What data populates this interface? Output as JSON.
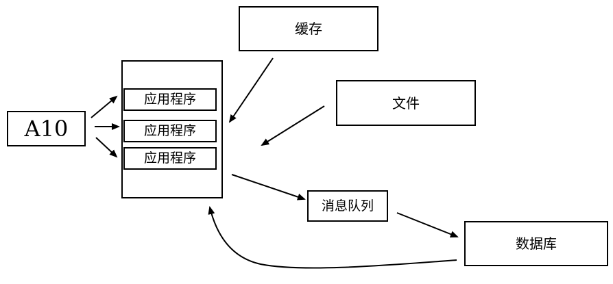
{
  "diagram": {
    "nodes": {
      "a10": "A10",
      "app_1": "应用程序",
      "app_2": "应用程序",
      "app_3": "应用程序",
      "cache": "缓存",
      "file": "文件",
      "message_queue": "消息队列",
      "database": "数据库"
    },
    "edges": [
      {
        "from": "a10",
        "to": "app_1"
      },
      {
        "from": "a10",
        "to": "app_2"
      },
      {
        "from": "a10",
        "to": "app_3"
      },
      {
        "from": "cache",
        "to": "app_container"
      },
      {
        "from": "file",
        "to": "app_container"
      },
      {
        "from": "app_container",
        "to": "message_queue"
      },
      {
        "from": "message_queue",
        "to": "database"
      },
      {
        "from": "database",
        "to": "app_container"
      }
    ],
    "colors": {
      "stroke": "#000000",
      "background": "#ffffff"
    }
  }
}
